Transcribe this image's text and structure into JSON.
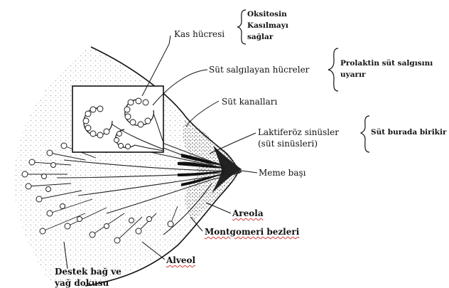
{
  "labels": {
    "kas_hucresi": "Kas hücresi",
    "oksitosin_line1": "Oksitosin",
    "oksitosin_line2": "Kasılmayı",
    "oksitosin_line3": "sağlar",
    "sut_salgilayan": "Süt salgılayan hücreler",
    "prolaktin_line1": "Prolaktin süt salgısını",
    "prolaktin_line2": "uyarır",
    "sut_kanallari": "Süt kanalları",
    "laktiferoz_line1": "Laktiferöz sinüsler",
    "laktiferoz_line2": "(süt sinüsleri)",
    "sut_burada": "Süt burada birikir",
    "meme_basi": "Meme başı",
    "areola": "Areola",
    "montgomeri": "Montgomeri bezleri",
    "alveol": "Alveol",
    "destek_line1": "Destek bağ ve",
    "destek_line2": "yağ dokusu"
  },
  "colors": {
    "ink": "#111111",
    "stipple": "#8a8a8a",
    "background": "#ffffff"
  }
}
